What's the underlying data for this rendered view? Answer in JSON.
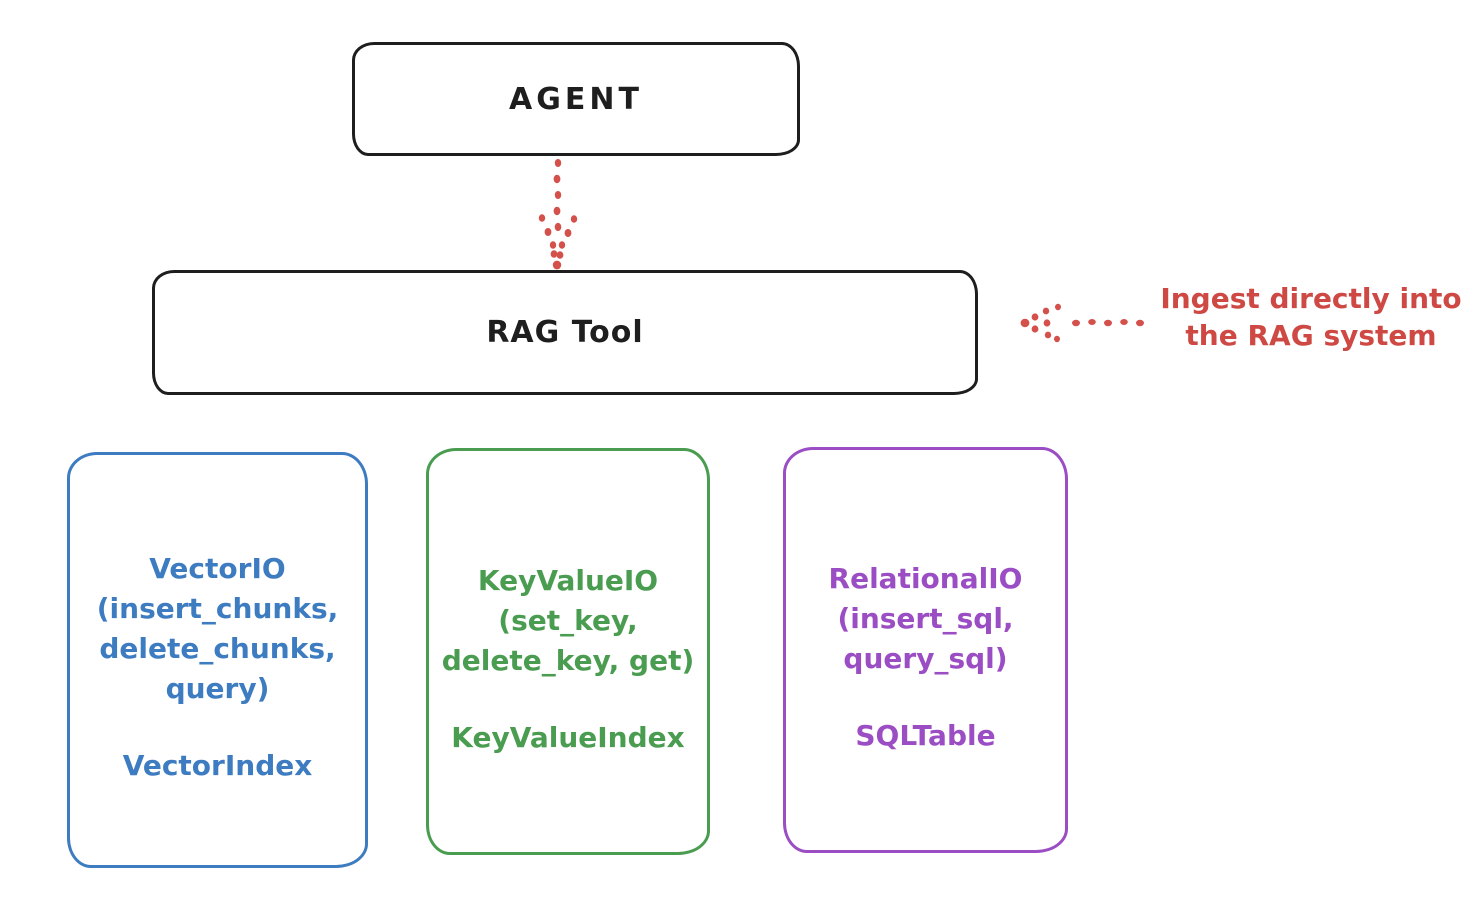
{
  "agent": {
    "label": "AGENT"
  },
  "rag_tool": {
    "label": "RAG Tool"
  },
  "annotation": {
    "line1": "Ingest directly into",
    "line2": "the RAG system",
    "color": "#cf4944"
  },
  "arrows": [
    {
      "name": "agent-to-rag-tool",
      "style": "dotted",
      "direction": "down",
      "color": "#d4504b"
    },
    {
      "name": "ingest-into-rag-tool",
      "style": "dotted",
      "direction": "left",
      "color": "#d4504b"
    }
  ],
  "io_boxes": [
    {
      "name": "VectorIO",
      "lines": [
        "VectorIO",
        "(insert_chunks,",
        "delete_chunks,",
        "query)"
      ],
      "index_label": "VectorIndex",
      "color": "#3d7cc0"
    },
    {
      "name": "KeyValueIO",
      "lines": [
        "KeyValueIO",
        "(set_key,",
        "delete_key, get)"
      ],
      "index_label": "KeyValueIndex",
      "color": "#4a9d50"
    },
    {
      "name": "RelationalIO",
      "lines": [
        "RelationalIO",
        "(insert_sql,",
        "query_sql)"
      ],
      "index_label": "SQLTable",
      "color": "#9b4dc4"
    }
  ],
  "colors": {
    "stroke": "#1e1e1e",
    "accent_red": "#d4504b",
    "blue": "#3d7cc0",
    "green": "#4a9d50",
    "purple": "#9b4dc4",
    "background": "#ffffff"
  }
}
